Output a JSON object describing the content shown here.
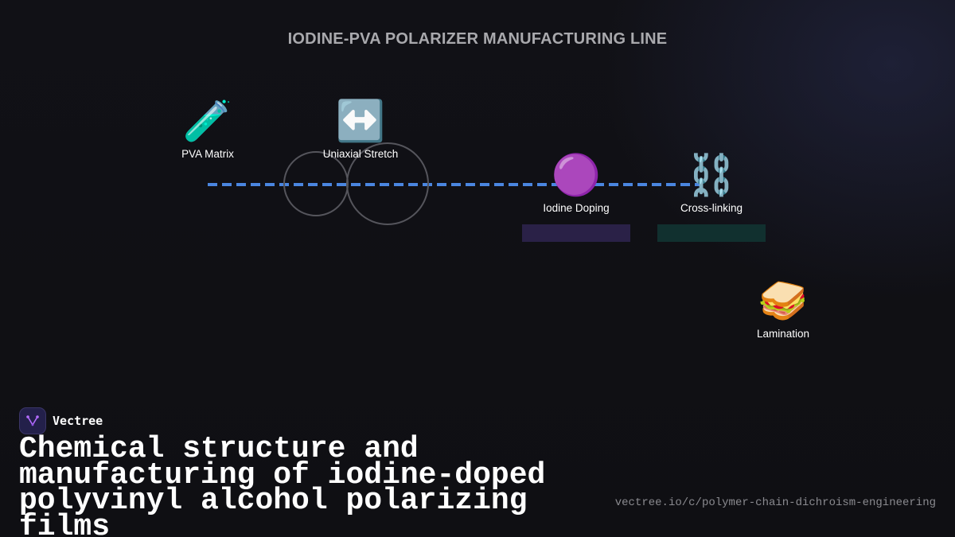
{
  "diagram": {
    "title": "IODINE-PVA POLARIZER MANUFACTURING LINE",
    "stations": [
      {
        "label": "PVA Matrix",
        "icon": "test-tube-icon",
        "glyph": "🧪"
      },
      {
        "label": "Uniaxial Stretch",
        "icon": "left-right-arrow-icon",
        "glyph": "↔️"
      },
      {
        "label": "Iodine Doping",
        "icon": "purple-circle-icon",
        "glyph": "🟣"
      },
      {
        "label": "Cross-linking",
        "icon": "chain-link-icon",
        "glyph": "⛓️"
      },
      {
        "label": "Lamination",
        "icon": "sandwich-icon",
        "glyph": "🥪"
      }
    ],
    "colors": {
      "film_path": "#4a86e0",
      "rollers": "#55555c",
      "iodine_bath": "#2a2147",
      "crosslink_bath": "#11302f"
    }
  },
  "brand": {
    "name": "Vectree",
    "logo_icon": "vectree-logo-icon",
    "accent": "#b46cff"
  },
  "footer": {
    "headline": "Chemical structure and manufacturing of iodine-doped polyvinyl alcohol polarizing films",
    "url": "vectree.io/c/polymer-chain-dichroism-engineering"
  }
}
